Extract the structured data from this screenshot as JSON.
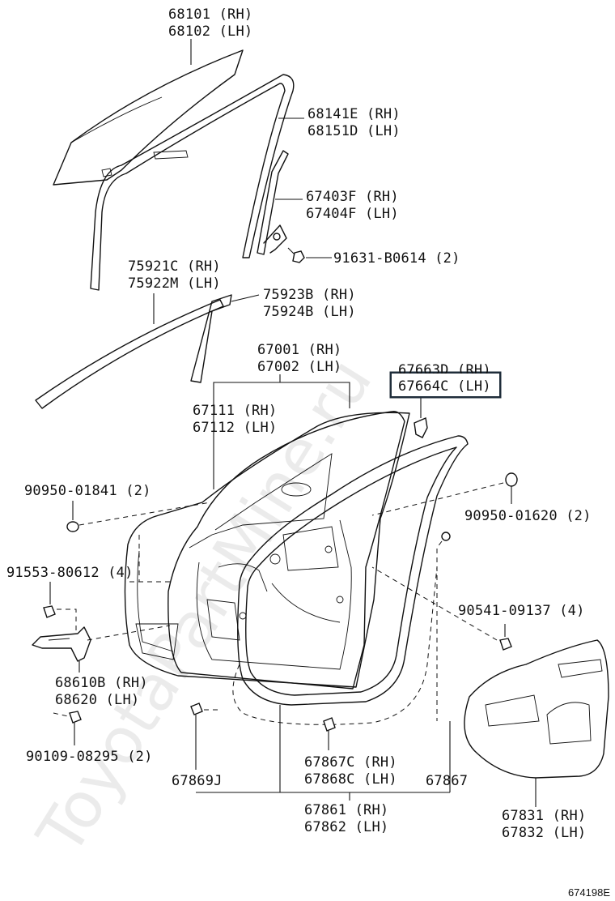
{
  "watermark": "ToyotaPartMine.ru",
  "reference_code": "674198E",
  "highlighted_label": "67664C (LH)",
  "labels": {
    "glass_rh": "68101 (RH)",
    "glass_lh": "68102 (LH)",
    "run_rh": "68141E (RH)",
    "run_lh": "68151D (LH)",
    "sash_rh": "67403F (RH)",
    "sash_lh": "67404F (LH)",
    "bolt_b0614": "91631-B0614 (2)",
    "mould_rh": "75921C (RH)",
    "mould_lh": "75922M (LH)",
    "tape_rh": "75923B (RH)",
    "tape_lh": "75924B (LH)",
    "panel_rh": "67001 (RH)",
    "panel_lh": "67002 (LH)",
    "cover_rh": "67663D (RH)",
    "cover_lh": "67664C (LH)",
    "strip_rh": "67111 (RH)",
    "strip_lh": "67112 (LH)",
    "plug_01841": "90950-01841 (2)",
    "plug_01620": "90950-01620 (2)",
    "bolt_80612": "91553-80612 (4)",
    "clip_09137": "90541-09137 (4)",
    "check_rh": "68610B (RH)",
    "check_lh": "68620  (LH)",
    "bolt_08295": "90109-08295 (2)",
    "clip_c_rh": "67867C (RH)",
    "clip_c_lh": "67868C (LH)",
    "wst_869": "67869J",
    "wst_867": "67867",
    "wst_rh": "67861 (RH)",
    "wst_lh": "67862 (LH)",
    "film_rh": "67831 (RH)",
    "film_lh": "67832 (LH)"
  }
}
